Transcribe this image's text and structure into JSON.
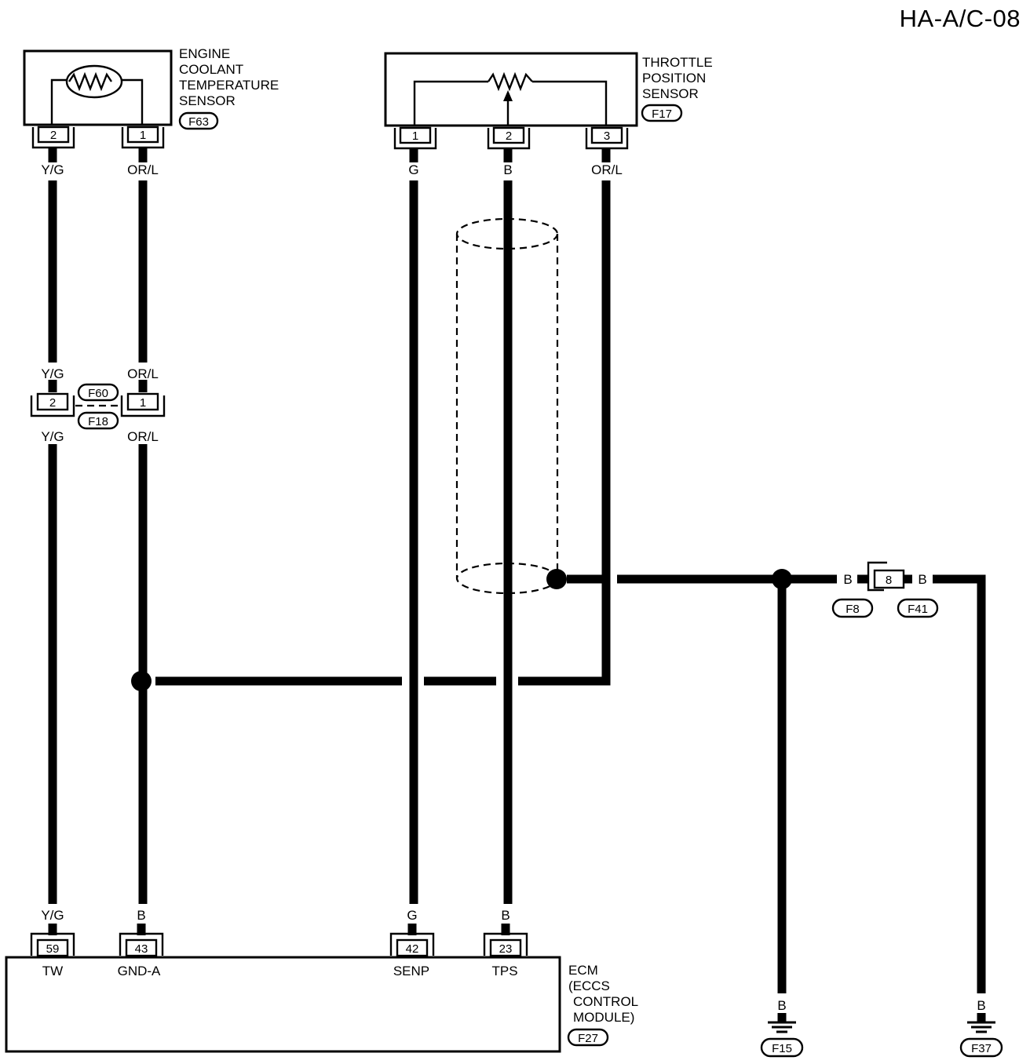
{
  "page": {
    "code": "HA-A/C-08"
  },
  "components": {
    "ects": {
      "lines": [
        "ENGINE",
        "COOLANT",
        "TEMPERATURE",
        "SENSOR"
      ],
      "connector": "F63",
      "pins": [
        "2",
        "1"
      ]
    },
    "tps": {
      "lines": [
        "THROTTLE",
        "POSITION",
        "SENSOR"
      ],
      "connector": "F17",
      "pins": [
        "1",
        "2",
        "3"
      ]
    },
    "ecm": {
      "lines": [
        "ECM",
        "(ECCS",
        "CONTROL",
        "MODULE)"
      ],
      "connector": "F27",
      "pins": [
        "59",
        "43",
        "42",
        "23"
      ],
      "terminals": [
        "TW",
        "GND-A",
        "SENP",
        "TPS"
      ]
    }
  },
  "joint_connector": {
    "upper": "F60",
    "lower": "F18",
    "pins": [
      "2",
      "1"
    ]
  },
  "ground_connector": {
    "left": "F8",
    "right": "F41",
    "pin": "8"
  },
  "grounds": [
    "F15",
    "F37"
  ],
  "wire_colors": {
    "ects_pin2": "Y/G",
    "ects_pin1": "OR/L",
    "joint_left_top": "Y/G",
    "joint_right_top": "OR/L",
    "joint_left_bottom": "Y/G",
    "joint_right_bottom": "OR/L",
    "tps_pin1": "G",
    "tps_pin2": "B",
    "tps_pin3": "OR/L",
    "ecm_59": "Y/G",
    "ecm_43": "B",
    "ecm_42": "G",
    "ecm_23": "B",
    "ground_left": "B",
    "ground_right": "B",
    "ground_f15": "B",
    "ground_f37": "B"
  }
}
